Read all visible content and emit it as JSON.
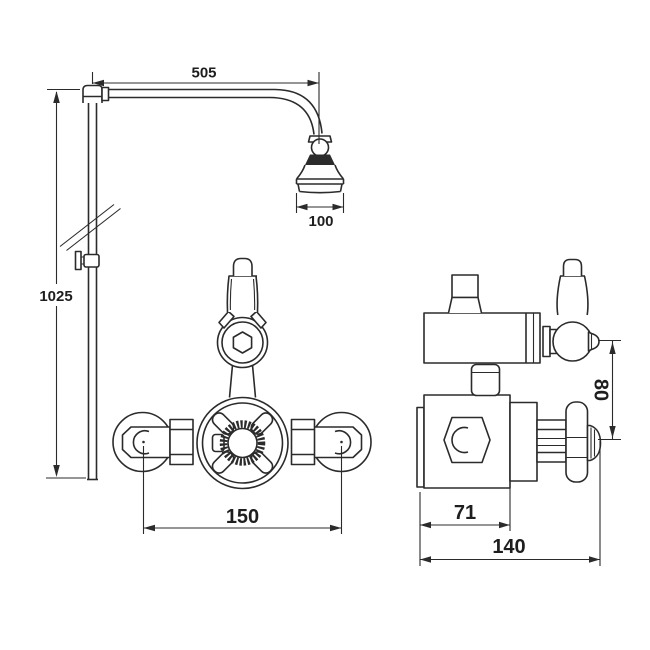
{
  "drawing": {
    "dimensions": {
      "riser_height": "1025",
      "arm_reach": "505",
      "rose_diameter": "100",
      "inlet_centres": "150",
      "handle_offset": "80",
      "wall_to_front": "71",
      "overall_depth": "140"
    },
    "colors": {
      "line": "#2b2b2b",
      "background": "#ffffff"
    }
  }
}
